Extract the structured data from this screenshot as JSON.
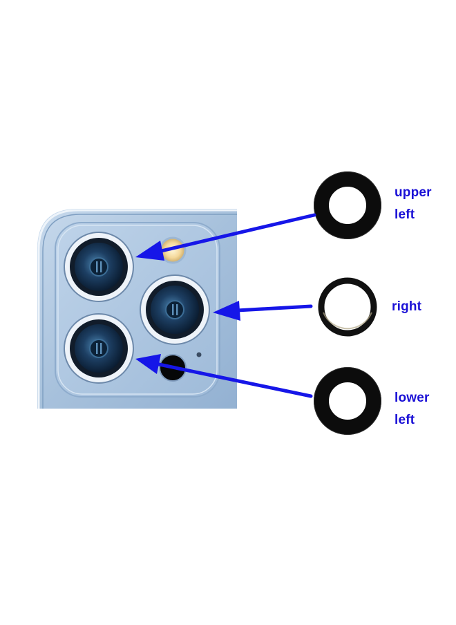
{
  "labels": {
    "upper_left": [
      "upper",
      "left"
    ],
    "right": [
      "right"
    ],
    "lower_left": [
      "lower",
      "left"
    ]
  },
  "colors": {
    "background": "#ffffff",
    "phone_body": "#a9c3de",
    "label_text": "#1a10d6",
    "arrow": "#1616e8",
    "lens_cover_ring": "#0c0c0c"
  },
  "icons": [
    "camera-module-photo",
    "lens-cover-ring-icon",
    "arrow-icon"
  ]
}
